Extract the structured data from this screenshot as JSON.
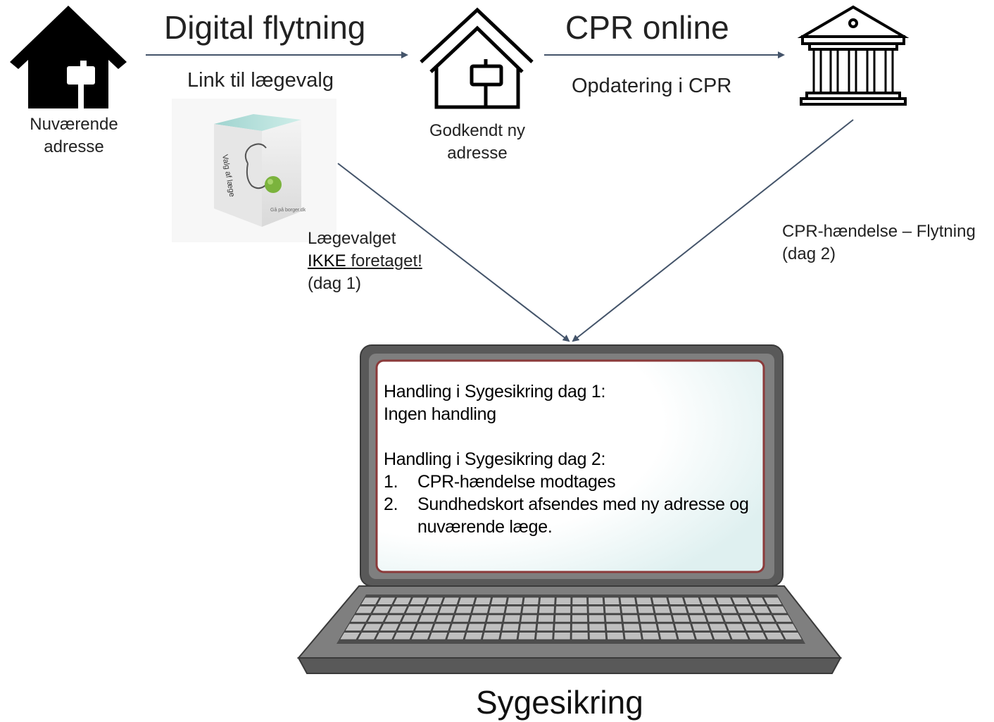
{
  "colors": {
    "arrow": "#44546a",
    "laptop_frame": "#595959",
    "laptop_inner": "#7f7f7f",
    "screen_bg": "#ffffff",
    "screen_border": "#8b3a3a",
    "screen_glow": "#dff0f0",
    "icon": "#000000"
  },
  "icons": {
    "current_home": "house-filled-sign-icon",
    "new_home": "house-outline-sign-icon",
    "cpr": "government-building-icon",
    "doctor_box": "medical-software-box-icon",
    "laptop": "laptop-icon"
  },
  "nodes": {
    "current_address": {
      "line1": "Nuværende",
      "line2": "adresse"
    },
    "new_address": {
      "line1": "Godkendt ny",
      "line2": "adresse"
    }
  },
  "edges": {
    "digital": {
      "title": "Digital flytning",
      "subtitle": "Link til lægevalg"
    },
    "cpr": {
      "title": "CPR online",
      "subtitle": "Opdatering i CPR"
    }
  },
  "notes": {
    "doctor_choice": {
      "line1": "Lægevalget",
      "line2_underlined_a": "IKKE",
      "line2_underlined_b": " foretaget!",
      "line3": "(dag 1)"
    },
    "cpr_event": {
      "line1": "CPR-hændelse – Flytning",
      "line2": "(dag 2)"
    }
  },
  "box_label": {
    "line1": "Valg af læge",
    "footer": "Gå på borger.dk"
  },
  "screen": {
    "day1_heading": "Handling i Sygesikring dag 1:",
    "day1_text": "Ingen handling",
    "day2_heading": "Handling i Sygesikring dag 2:",
    "steps": [
      {
        "num": "1.",
        "text": "CPR-hændelse modtages"
      },
      {
        "num": "2.",
        "text": "Sundhedskort afsendes med ny adresse og nuværende læge."
      }
    ]
  },
  "system_title": "Sygesikring"
}
